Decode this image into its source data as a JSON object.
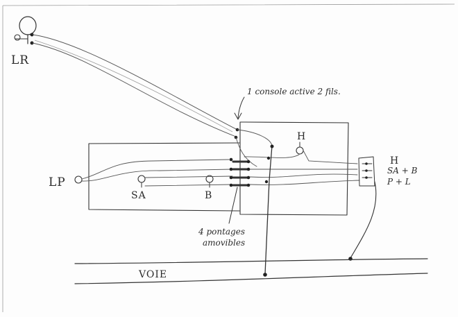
{
  "diagram": {
    "labels": {
      "lr": "LR",
      "lp": "LP",
      "sa": "SA",
      "b": "B",
      "h_left": "H",
      "h_right": "H",
      "sa_b": "SA + B",
      "p_l": "P + L",
      "voie": "VOIE",
      "console_note": "1 console active 2 fils.",
      "pontages_line1": "4 pontages",
      "pontages_line2": "amovibles"
    },
    "colors": {
      "ink": "#333333",
      "paper": "#fdfdfd"
    }
  }
}
